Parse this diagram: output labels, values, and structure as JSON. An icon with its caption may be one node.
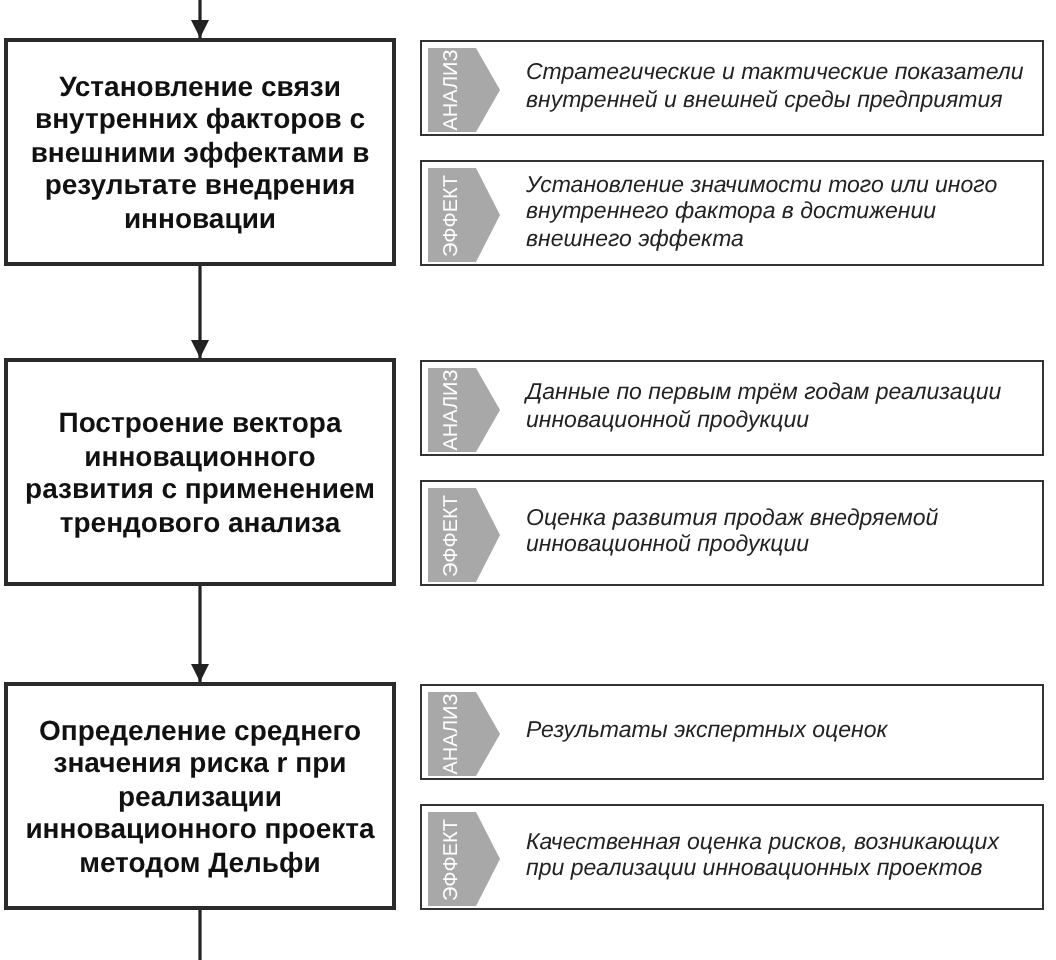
{
  "diagram": {
    "nodes": [
      {
        "text": [
          "Установление связи внутренних факторов с внешними эффектами в результате внедрения инновации"
        ]
      },
      {
        "text": [
          "АНАЛИЗ",
          "Стратегические и тактические показатели внутренней и внешней среды предприятия"
        ]
      },
      {
        "text": [
          "ЭФФЕКТ",
          "Установление значимости того или иного внутреннего фактора в достижении внешнего эффекта"
        ]
      },
      {
        "text": [
          "Построение вектора инновационного развития с применением трендового анализа"
        ]
      },
      {
        "text": [
          "АНАЛИЗ",
          "Данные по первым трём годам реализации инновационной продукции"
        ]
      },
      {
        "text": [
          "ЭФФЕКТ",
          "Оценка развития продаж внедряемой инновационной продукции"
        ]
      },
      {
        "text": [
          "Определение среднего значения риска r при реализации инновационного проекта методом Дельфи"
        ]
      },
      {
        "text": [
          "АНАЛИЗ",
          "Результаты экспертных оценок"
        ]
      },
      {
        "text": [
          "ЭФФЕКТ",
          "Качественная оценка рисков, возникающих при реализации инновационных проектов"
        ]
      }
    ],
    "edges": [
      {
        "from": null,
        "to": 0,
        "arrow": "to"
      },
      {
        "from": 0,
        "to": 3,
        "arrow": "to"
      },
      {
        "from": 3,
        "to": 6,
        "arrow": "to"
      },
      {
        "from": 6,
        "to": null,
        "arrow": "none"
      }
    ]
  }
}
